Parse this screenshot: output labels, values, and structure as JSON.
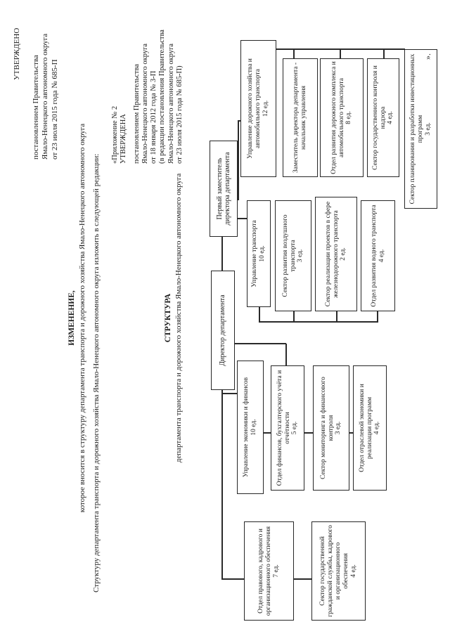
{
  "approval": {
    "line1": "УТВЕРЖДЕНО",
    "line2": "постановлением Правительства",
    "line3": "Ямало-Ненецкого автономного округа",
    "line4": "от 23 июля 2015 года № 685-П"
  },
  "title": {
    "heading": "ИЗМЕНЕНИЕ,",
    "subheading": "которое вносится в структуру департамента транспорта и дорожного хозяйства Ямало-Ненецкого автономного округа"
  },
  "paragraph": "Структуру департамента транспорта и дорожного хозяйства Ямало-Ненецкого автономного округа изложить в следующей редакции:",
  "annex": {
    "lines": [
      "«Приложение № 2",
      "УТВЕРЖДЕНА",
      "постановлением Правительства",
      "Ямало-Ненецкого автономного округа",
      "от 18 января 2012 года № 3-П",
      "(в редакции постановления Правительства",
      "Ямало-Ненецкого автономного округа",
      "от 23 июля 2015 года № 685-П)"
    ]
  },
  "structure_title": {
    "heading": "СТРУКТУРА",
    "subheading": "департамента транспорта и дорожного хозяйства Ямало-Ненецкого автономного округа"
  },
  "closing_mark": "».",
  "chart": {
    "boxes": [
      {
        "label": "Директор департамента",
        "units": ""
      },
      {
        "label": "Первый заместитель директора департамента",
        "units": ""
      },
      {
        "label": "Отдел правового, кадрового и организационного обеспечения",
        "units": "7 ед."
      },
      {
        "label": "Сектор государственной гражданской службы, кадрового и организационного обеспечения",
        "units": "4 ед."
      },
      {
        "label": "Управление экономики и финансов",
        "units": "10 ед."
      },
      {
        "label": "Отдел финансов, бухгалтерского учёта и отчётности",
        "units": "5 ед."
      },
      {
        "label": "Сектор мониторинга и финансового контроля",
        "units": "3 ед."
      },
      {
        "label": "Отдел отраслевой экономики и реализации программ",
        "units": "4 ед."
      },
      {
        "label": "Управление транспорта",
        "units": "10 ед."
      },
      {
        "label": "Сектор развития воздушного транспорта",
        "units": "3 ед."
      },
      {
        "label": "Сектор реализации проектов в сфере железнодорожного транспорта",
        "units": "2 ед."
      },
      {
        "label": "Отдел развития водного транспорта",
        "units": "4 ед."
      },
      {
        "label": "Управление дорожного хозяйства и автомобильного транспорта",
        "units": "12 ед."
      },
      {
        "label": "Заместитель директора департамента - начальник управления",
        "units": ""
      },
      {
        "label": "Отдел развития дорожного комплекса и автомобильного транспорта",
        "units": "8 ед."
      },
      {
        "label": "Сектор государственного контроля и надзора",
        "units": "4 ед."
      },
      {
        "label": "Сектор планирования и разработки инвестиционных программ",
        "units": "3 ед."
      }
    ]
  }
}
